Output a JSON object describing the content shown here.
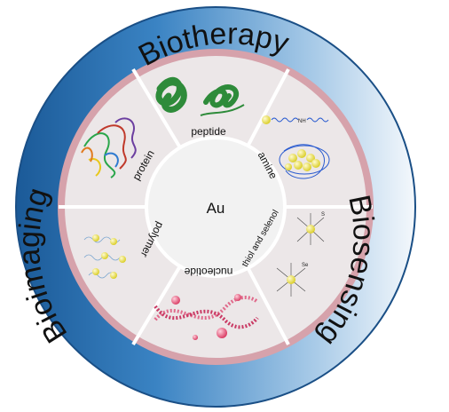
{
  "center": {
    "label": "Au"
  },
  "outer_ring": {
    "labels": [
      "Biotherapy",
      "Biosensing",
      "Bioimaging"
    ],
    "colors": {
      "dark": "#1e5f9e",
      "mid": "#3b86c4",
      "light": "#eef5fb"
    }
  },
  "segments": [
    {
      "label": "peptide"
    },
    {
      "label": "amine",
      "molecule_label": "NH"
    },
    {
      "label": "thiol and selenol",
      "atom_labels": [
        "S",
        "Se"
      ]
    },
    {
      "label": "nucleotide"
    },
    {
      "label": "polymer"
    },
    {
      "label": "protein"
    }
  ],
  "colors": {
    "pink_ring": "#d6a2ab",
    "segment_fill": "#ece7e8",
    "center_fill": "#f2f2f2",
    "divider": "#ffffff"
  }
}
